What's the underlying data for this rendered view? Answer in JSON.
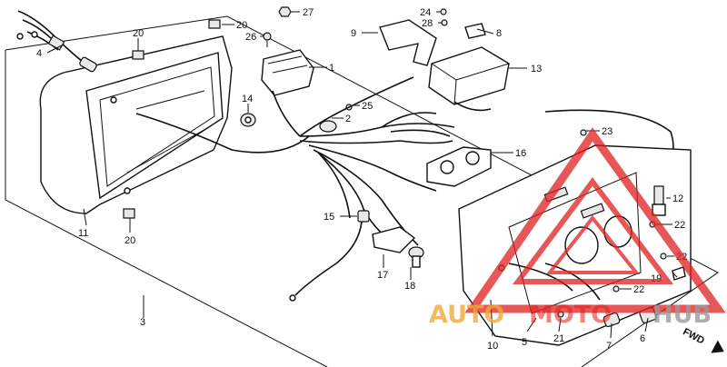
{
  "callouts": [
    {
      "id": "c1",
      "text": "1"
    },
    {
      "id": "c2",
      "text": "2"
    },
    {
      "id": "c3",
      "text": "3"
    },
    {
      "id": "c4",
      "text": "4"
    },
    {
      "id": "c5",
      "text": "5"
    },
    {
      "id": "c6",
      "text": "6"
    },
    {
      "id": "c7",
      "text": "7"
    },
    {
      "id": "c8",
      "text": "8"
    },
    {
      "id": "c9",
      "text": "9"
    },
    {
      "id": "c10",
      "text": "10"
    },
    {
      "id": "c11",
      "text": "11"
    },
    {
      "id": "c12",
      "text": "12"
    },
    {
      "id": "c13",
      "text": "13"
    },
    {
      "id": "c14",
      "text": "14"
    },
    {
      "id": "c15",
      "text": "15"
    },
    {
      "id": "c16",
      "text": "16"
    },
    {
      "id": "c17",
      "text": "17"
    },
    {
      "id": "c18",
      "text": "18"
    },
    {
      "id": "c19",
      "text": "19"
    },
    {
      "id": "c20a",
      "text": "20"
    },
    {
      "id": "c20b",
      "text": "20"
    },
    {
      "id": "c20c",
      "text": "20"
    },
    {
      "id": "c21",
      "text": "21"
    },
    {
      "id": "c22a",
      "text": "22"
    },
    {
      "id": "c22b",
      "text": "22"
    },
    {
      "id": "c22c",
      "text": "22"
    },
    {
      "id": "c23",
      "text": "23"
    },
    {
      "id": "c24",
      "text": "24"
    },
    {
      "id": "c25",
      "text": "25"
    },
    {
      "id": "c26",
      "text": "26"
    },
    {
      "id": "c27",
      "text": "27"
    },
    {
      "id": "c28",
      "text": "28"
    }
  ],
  "direction": "FWD",
  "watermark": {
    "part1": "AUTO",
    "part2": "MOTO",
    "part3": "HUB"
  },
  "colors": {
    "ink": "#111111",
    "watermark_red": "#e02020",
    "watermark_orange": "#f2a93b",
    "watermark_grey": "#9a9a9a"
  }
}
